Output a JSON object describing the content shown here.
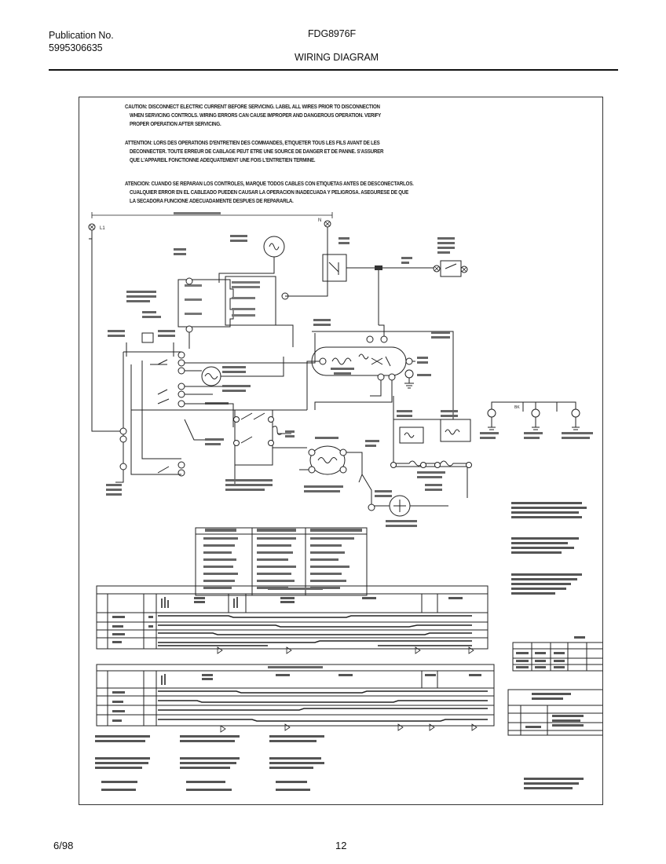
{
  "header": {
    "pub_label": "Publication No.",
    "pub_number": "5995306635",
    "model": "FDG8976F",
    "title": "WIRING DIAGRAM"
  },
  "warnings": {
    "english": [
      "CAUTION: DISCONNECT ELECTRIC CURRENT BEFORE SERVICING. LABEL ALL WIRES PRIOR TO DISCONNECTION",
      "WHEN SERVICING CONTROLS. WIRING ERRORS CAN CAUSE IMPROPER AND DANGEROUS OPERATION. VERIFY",
      "PROPER OPERATION AFTER SERVICING."
    ],
    "french": [
      "ATTENTION: LORS DES OPERATIONS D'ENTRETIEN DES COMMANDES, ETIQUETER TOUS LES FILS AVANT DE LES",
      "DECONNECTER. TOUTE ERREUR DE CABLAGE PEUT ETRE UNE SOURCE DE DANGER ET DE PANNE. S'ASSURER",
      "QUE L'APPAREIL FONCTIONNE ADEQUATEMENT UNE FOIS L'ENTRETIEN TERMINE."
    ],
    "spanish": [
      "ATENCION: CUANDO SE REPARAN LOS CONTROLES, MARQUE TODOS CABLES CON ETIQUETAS ANTES DE DESCONECTARLOS.",
      "CUALQUIER ERROR EN EL CABLEADO PUEDEN CAUSAR LA OPERACION INADECUADA Y PELIGROSA. ASEGURESE DE QUE",
      "LA SECADORA FUNCIONE ADECUADAMENTE DESPUES DE REPARARLA."
    ]
  },
  "diagram": {
    "label_l1": "L1",
    "label_n": "N",
    "label_bk": "BK"
  },
  "footer": {
    "date": "6/98",
    "page": "12"
  }
}
